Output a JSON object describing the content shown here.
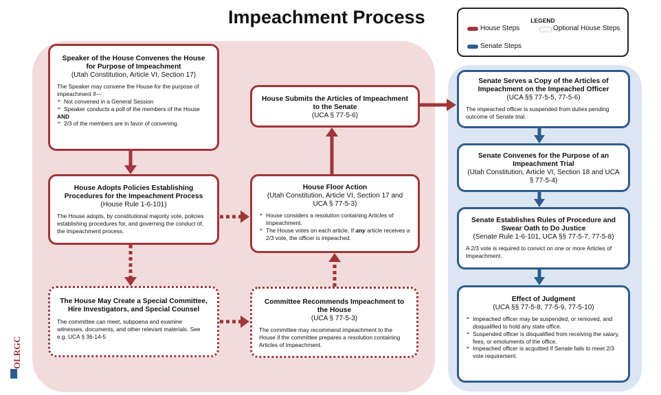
{
  "title": "Impeachment Process",
  "legend": {
    "title": "LEGEND",
    "house_steps": "House Steps",
    "optional_house_steps": "Optional House Steps",
    "senate_steps": "Senate Steps",
    "colors": {
      "house": "#a0353a",
      "senate": "#2f5b8e",
      "house_bg": "#f2dcdb",
      "senate_bg": "#dce6f2"
    }
  },
  "logo": {
    "text": "OLRGC"
  },
  "boxes": {
    "speaker": {
      "title": "Speaker of the House Convenes the House for Purpose of Impeachment",
      "subtitle": "(Utah Constitution, Article VI, Section 17)",
      "intro": "The Speaker may convene the House for the purpose of impeachment if—",
      "items": [
        "Not convened in a General Session",
        "Speaker conducts a poll of the members of the House"
      ],
      "and": "AND",
      "items2": [
        "2/3 of the members are in favor of convening."
      ]
    },
    "policies": {
      "title": "House Adopts Policies Establishing Procedures for the Impeachment Process",
      "subtitle": "(House Rule 1-6-101)",
      "body": "The House adopts, by constitutional majority vote, policies establishing procedures for, and governing the conduct of, the impeachment process."
    },
    "special": {
      "title": "The House May Create a Special Committee, Hire Investigators, and Special Counsel",
      "body": "The committee can meet, subpoena and examine witnesses, documents, and other relevant materials. See e.g. UCA § 36-14-5"
    },
    "committee": {
      "title": "Committee Recommends Impeachment to the House",
      "subtitle": "(UCA § 77-5-3)",
      "body": "The committee may recommend impeachment to the House if the committee prepares a resolution containing Articles of Impeachment."
    },
    "floor": {
      "title": "House Floor Action",
      "subtitle": "(Utah Constitution, Article VI, Section 17 and UCA § 77-5-3)",
      "item1": "House considers a resolution containing Articles of Impeachment.",
      "item2_a": "The House votes on each article. If ",
      "item2_em": "any",
      "item2_b": " article receives a 2/3 vote, the officer is impeached."
    },
    "submits": {
      "title": "House Submits the Articles of Impeachment to the Senate",
      "subtitle": "(UCA § 77-5-6)"
    },
    "serves": {
      "title": "Senate Serves a Copy of the Articles of Impeachment on the Impeached Officer",
      "subtitle": "(UCA §§ 77-5-5, 77-5-6)",
      "body": "The impeached officer is suspended from duties pending outcome of Senate trial."
    },
    "convenes": {
      "title": "Senate Convenes for the Purpose of an Impeachment Trial",
      "subtitle": "(Utah Constitution, Article VI, Section 18 and UCA § 77-5-4)"
    },
    "rules": {
      "title": "Senate Establishes Rules of Procedure and Swear Oath to Do Justice",
      "subtitle": "(Senate Rule 1-6-101, UCA §§ 77-5-7, 77-5-8)",
      "body": "A 2/3 vote is required to convict on one or more Articles of Impeachment."
    },
    "judgment": {
      "title": "Effect of Judgment",
      "subtitle": "(UCA §§ 77-5-8, 77-5-9, 77-5-10)",
      "items": [
        "Impeached officer may be suspended, or removed, and disqualified to hold any state office.",
        "Suspended officer is disqualified from receiving the salary, fees, or emoluments of the office.",
        "Impeached officer is acquitted if Senate fails to meet 2/3 vote requirement."
      ]
    }
  }
}
